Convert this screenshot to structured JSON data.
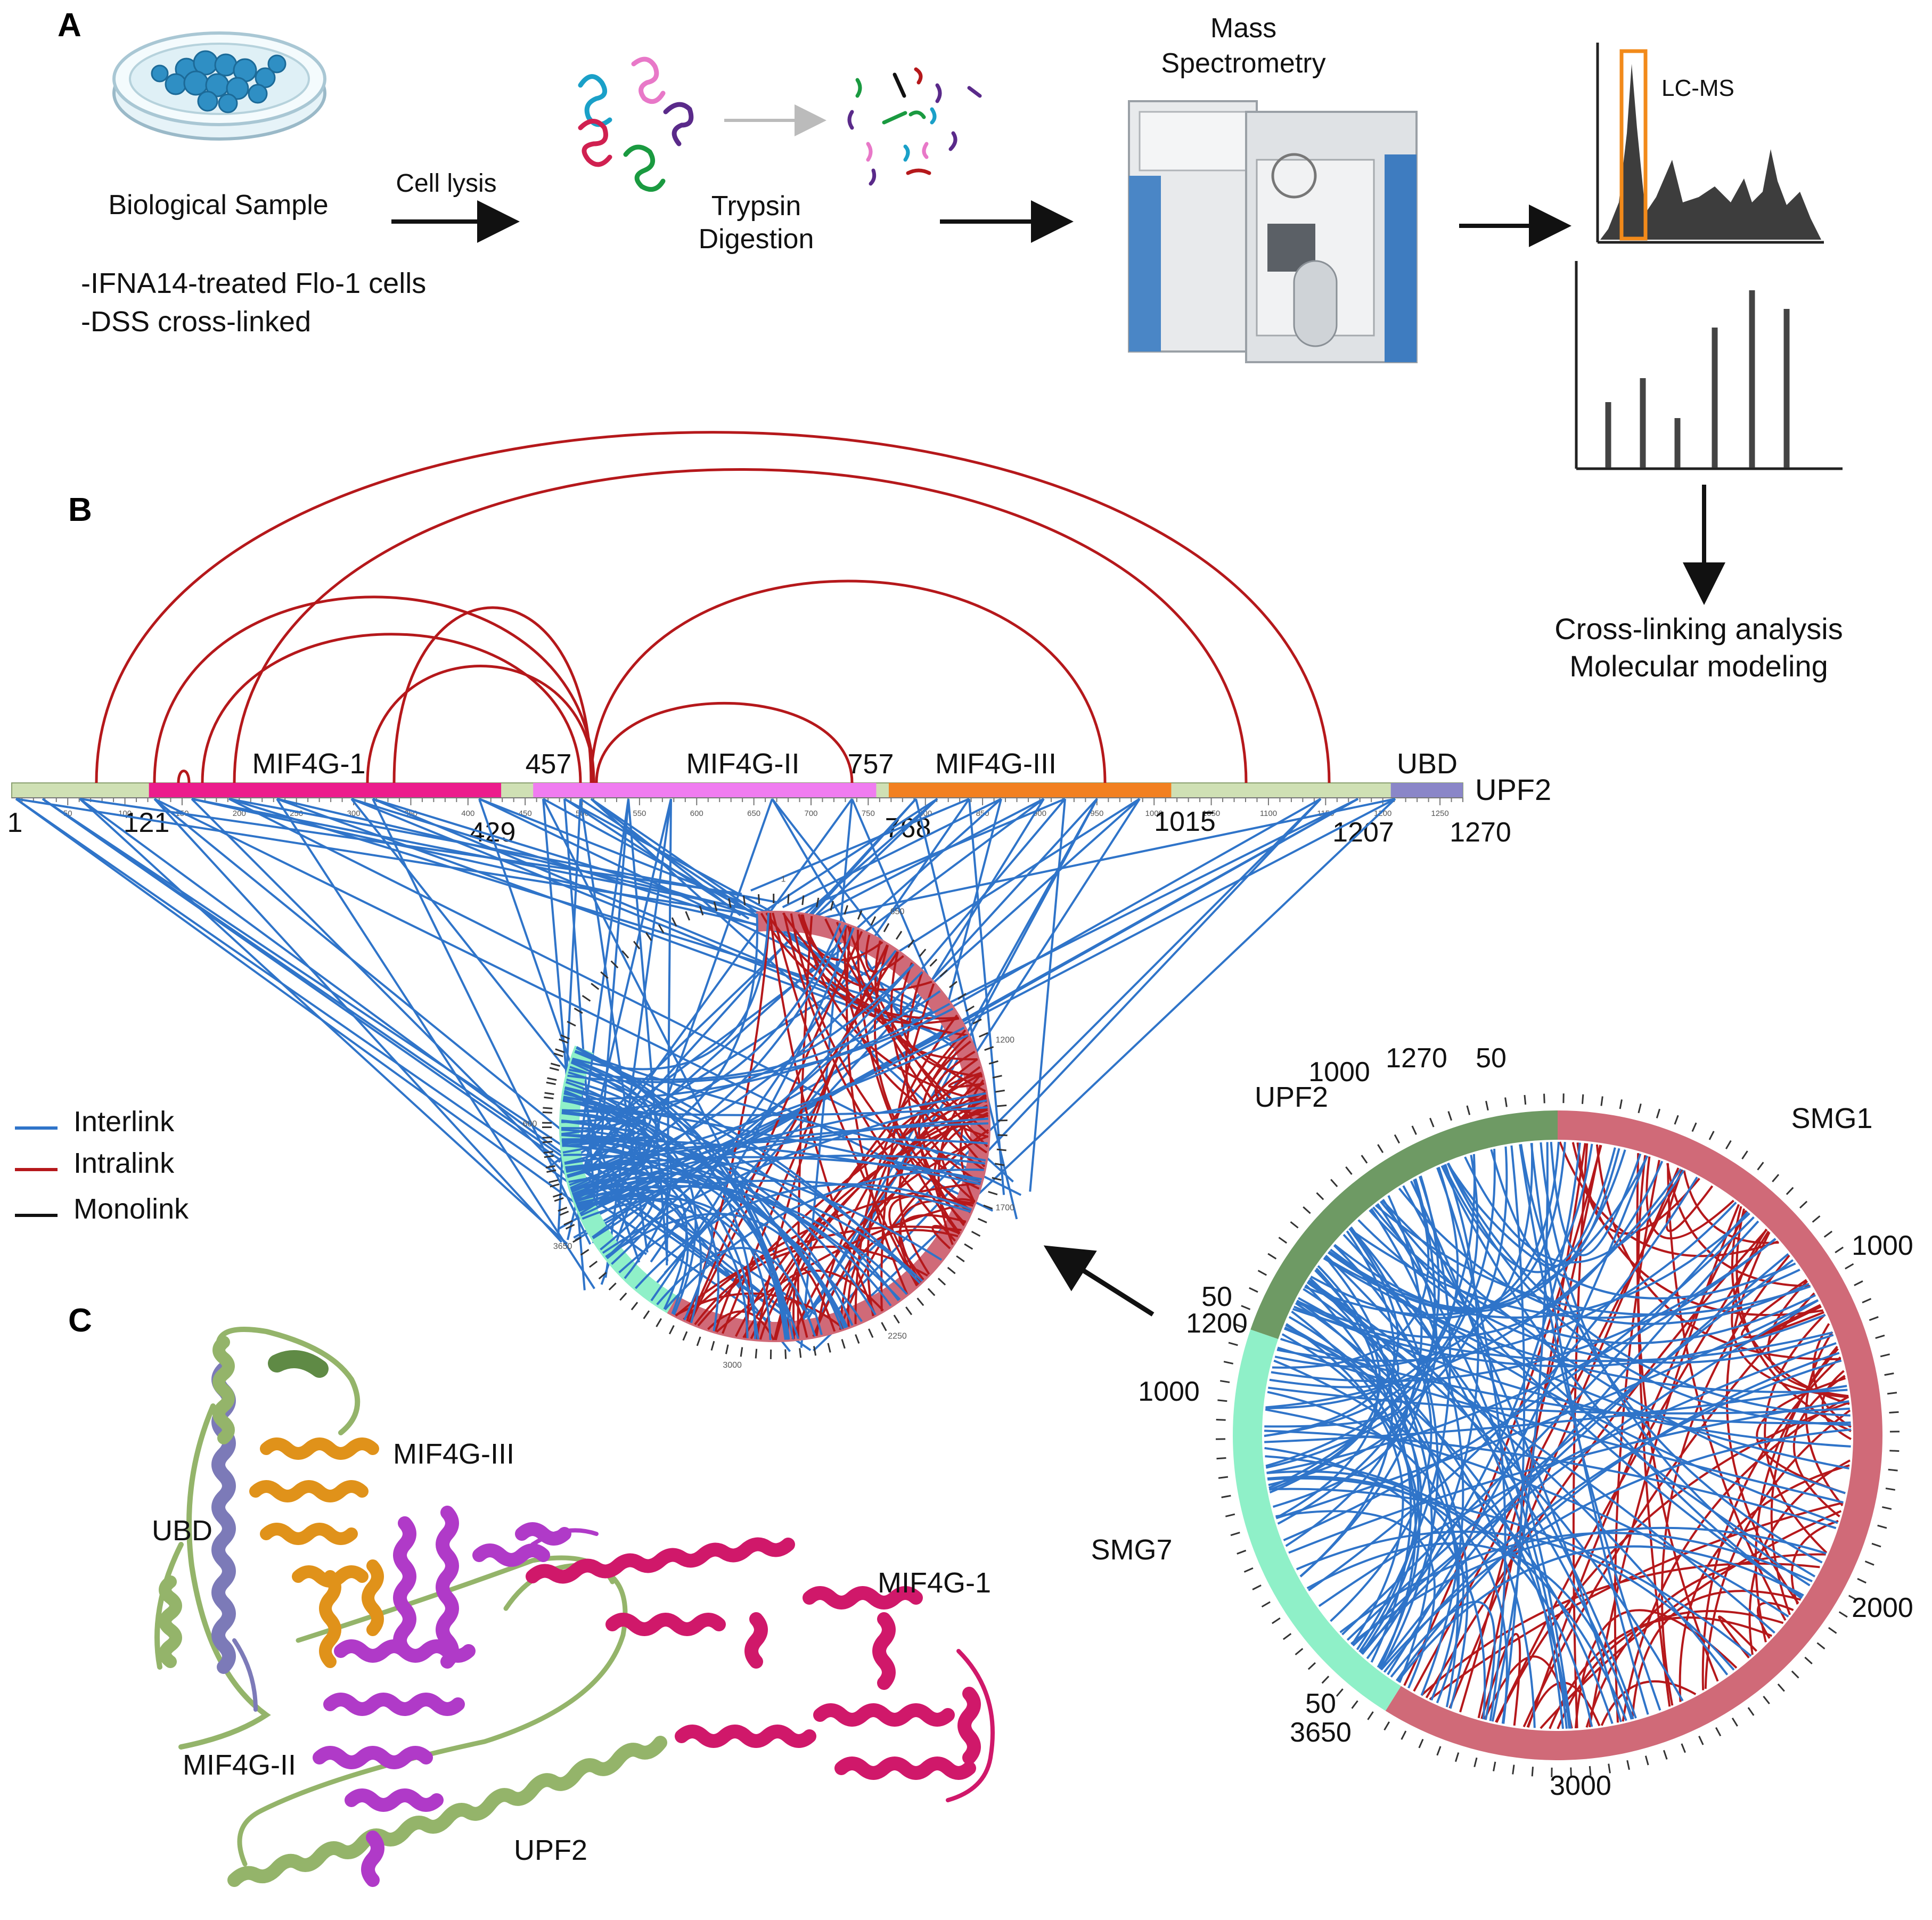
{
  "panels": {
    "a": "A",
    "b": "B",
    "c": "C"
  },
  "workflow": {
    "sample_label": "Biological Sample",
    "sample_note_1": "-IFNA14-treated Flo-1 cells",
    "sample_note_2": "-DSS cross-linked",
    "lysis_label": "Cell lysis",
    "digestion_label_1": "Trypsin",
    "digestion_label_2": "Digestion",
    "ms_label_1": "Mass",
    "ms_label_2": "Spectrometry",
    "lcms_label": "LC-MS",
    "analysis_label_1": "Cross-linking analysis",
    "analysis_label_2": "Molecular modeling"
  },
  "upf2_map": {
    "protein_label": "UPF2",
    "domains": [
      {
        "name": "MIF4G-1",
        "start": 121,
        "end": 429,
        "color": "#ec1c8c"
      },
      {
        "name": "MIF4G-II",
        "start": 457,
        "end": 757,
        "color": "#f07cf0"
      },
      {
        "name": "MIF4G-III",
        "start": 768,
        "end": 1015,
        "color": "#f28020"
      },
      {
        "name": "UBD",
        "start": 1207,
        "end": 1270,
        "color": "#8a86c8"
      }
    ],
    "position_labels": [
      "1",
      "121",
      "429",
      "457",
      "757",
      "768",
      "1015",
      "1207",
      "1270"
    ],
    "axis_ticks": [
      "50",
      "100",
      "150",
      "200",
      "250",
      "300",
      "350",
      "400",
      "450",
      "500",
      "550",
      "600",
      "650",
      "700",
      "750",
      "800",
      "850",
      "900",
      "950",
      "1000",
      "1050",
      "1100",
      "1150",
      "1200",
      "1250"
    ],
    "linker_color": "#cfe0b4"
  },
  "legend": {
    "interlink": "Interlink",
    "intralink": "Intralink",
    "monolink": "Monolink",
    "interlink_color": "#2f74c9",
    "intralink_color": "#b5181b",
    "monolink_color": "#111111"
  },
  "circos": {
    "proteins": [
      {
        "name": "UPF2",
        "color": "#6e9a64"
      },
      {
        "name": "SMG1",
        "color": "#d06a78"
      },
      {
        "name": "SMG7",
        "color": "#8ff0c8"
      }
    ],
    "labels": [
      "1000",
      "1270",
      "50",
      "1000",
      "2000",
      "3000",
      "50",
      "3650",
      "50",
      "1200",
      "1000"
    ]
  },
  "structure": {
    "labels": [
      "MIF4G-III",
      "UBD",
      "MIF4G-1",
      "MIF4G-II",
      "UPF2"
    ],
    "colors": {
      "mif4g1": "#d0186a",
      "mif4g2": "#b03ac8",
      "mif4g3": "#e0921a",
      "ubd": "#7c7ab8",
      "linker": "#94b46a"
    }
  }
}
